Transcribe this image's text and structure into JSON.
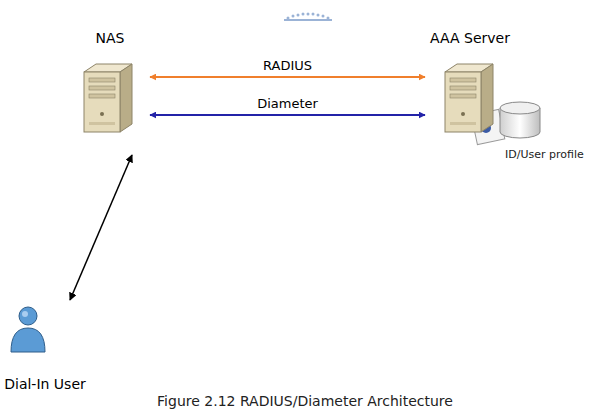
{
  "diagram": {
    "caption": "Figure 2.12 RADIUS/Diameter Architecture",
    "nodes": [
      {
        "text": [
          "NAS"
        ]
      },
      {
        "text": [
          "AAA Server"
        ]
      },
      {
        "text": [
          "Dial-In User"
        ]
      }
    ],
    "edges": [
      {
        "from": 0,
        "to": 1,
        "label": "RADIUS",
        "arrow": "both"
      },
      {
        "from": 0,
        "to": 1,
        "label": "Diameter",
        "arrow": "both"
      },
      {
        "from": 0,
        "to": 2,
        "arrow": "both"
      }
    ],
    "labels": [
      "ID/User profile"
    ]
  }
}
